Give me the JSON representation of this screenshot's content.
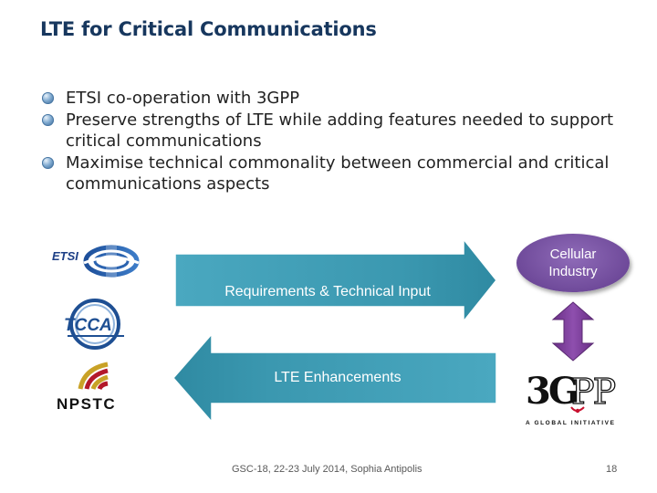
{
  "slide": {
    "title": "LTE for Critical Communications",
    "bullets": [
      "ETSI co-operation with 3GPP",
      "Preserve strengths of LTE while adding features needed to support critical communications",
      "Maximise technical commonality between commercial and critical communications aspects"
    ]
  },
  "diagram": {
    "top_arrow_label": "Requirements & Technical Input",
    "bottom_arrow_label": "LTE Enhancements",
    "cellular_line1": "Cellular",
    "cellular_line2": "Industry",
    "colors": {
      "arrow": "#3b98b0",
      "cellular": "#6f4a9a",
      "connector": "#7e3f98"
    }
  },
  "logos": {
    "etsi": "ETSI",
    "tcca": "TCCA",
    "npstc": "NPSTC",
    "3gpp": "3GPP",
    "3gpp_tagline": "A GLOBAL INITIATIVE"
  },
  "footer": {
    "text": "GSC-18, 22-23 July 2014, Sophia Antipolis",
    "page": "18"
  }
}
